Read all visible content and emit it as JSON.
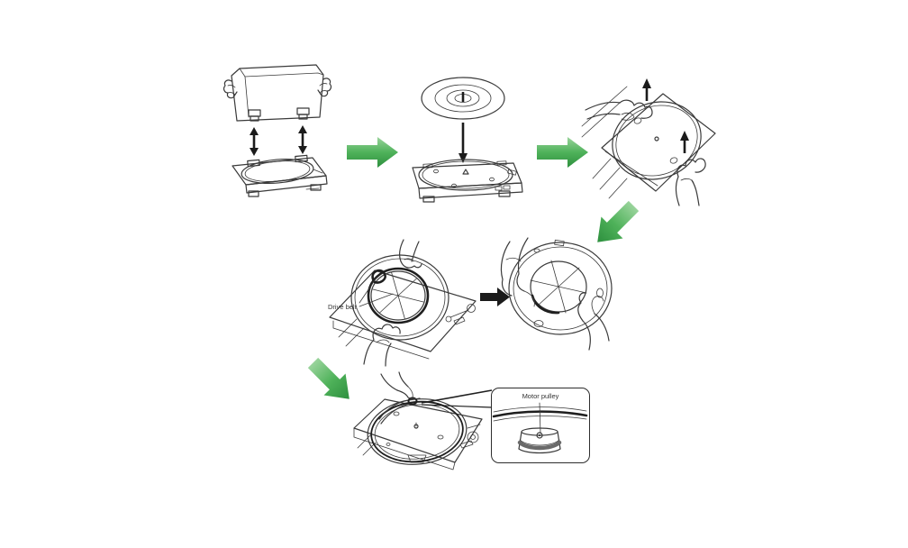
{
  "canvas": {
    "background": "#ffffff"
  },
  "palette": {
    "line": "#3a3a3a",
    "black_arrow": "#1b1b1b",
    "green_light": "#9ad49c",
    "green_mid": "#4fb25a",
    "green_dark": "#2d8f3e"
  },
  "labels": {
    "drive_belt": "Drive belt",
    "motor_pulley": "Motor pulley"
  },
  "flow_arrows": [
    {
      "icon": "green-arrow-right-icon",
      "direction": "right"
    },
    {
      "icon": "green-arrow-right-icon",
      "direction": "right"
    },
    {
      "icon": "green-arrow-down-left-icon",
      "direction": "down-left"
    },
    {
      "icon": "green-arrow-down-right-icon",
      "direction": "down-right"
    },
    {
      "icon": "black-arrow-right-icon",
      "direction": "right"
    }
  ]
}
